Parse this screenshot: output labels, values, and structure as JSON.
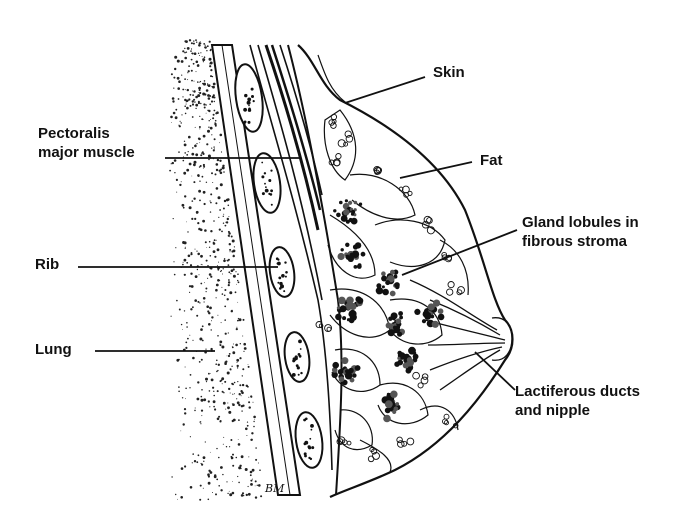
{
  "labels": {
    "skin": "Skin",
    "pectoralis_line1": "Pectoralis",
    "pectoralis_line2": "major muscle",
    "fat": "Fat",
    "gland_line1": "Gland lobules in",
    "gland_line2": "fibrous stroma",
    "rib": "Rib",
    "lung": "Lung",
    "duct_line1": "Lactiferous ducts",
    "duct_line2": "and nipple"
  },
  "signature": "BM",
  "colors": {
    "ink": "#111111",
    "paper": "#ffffff"
  }
}
